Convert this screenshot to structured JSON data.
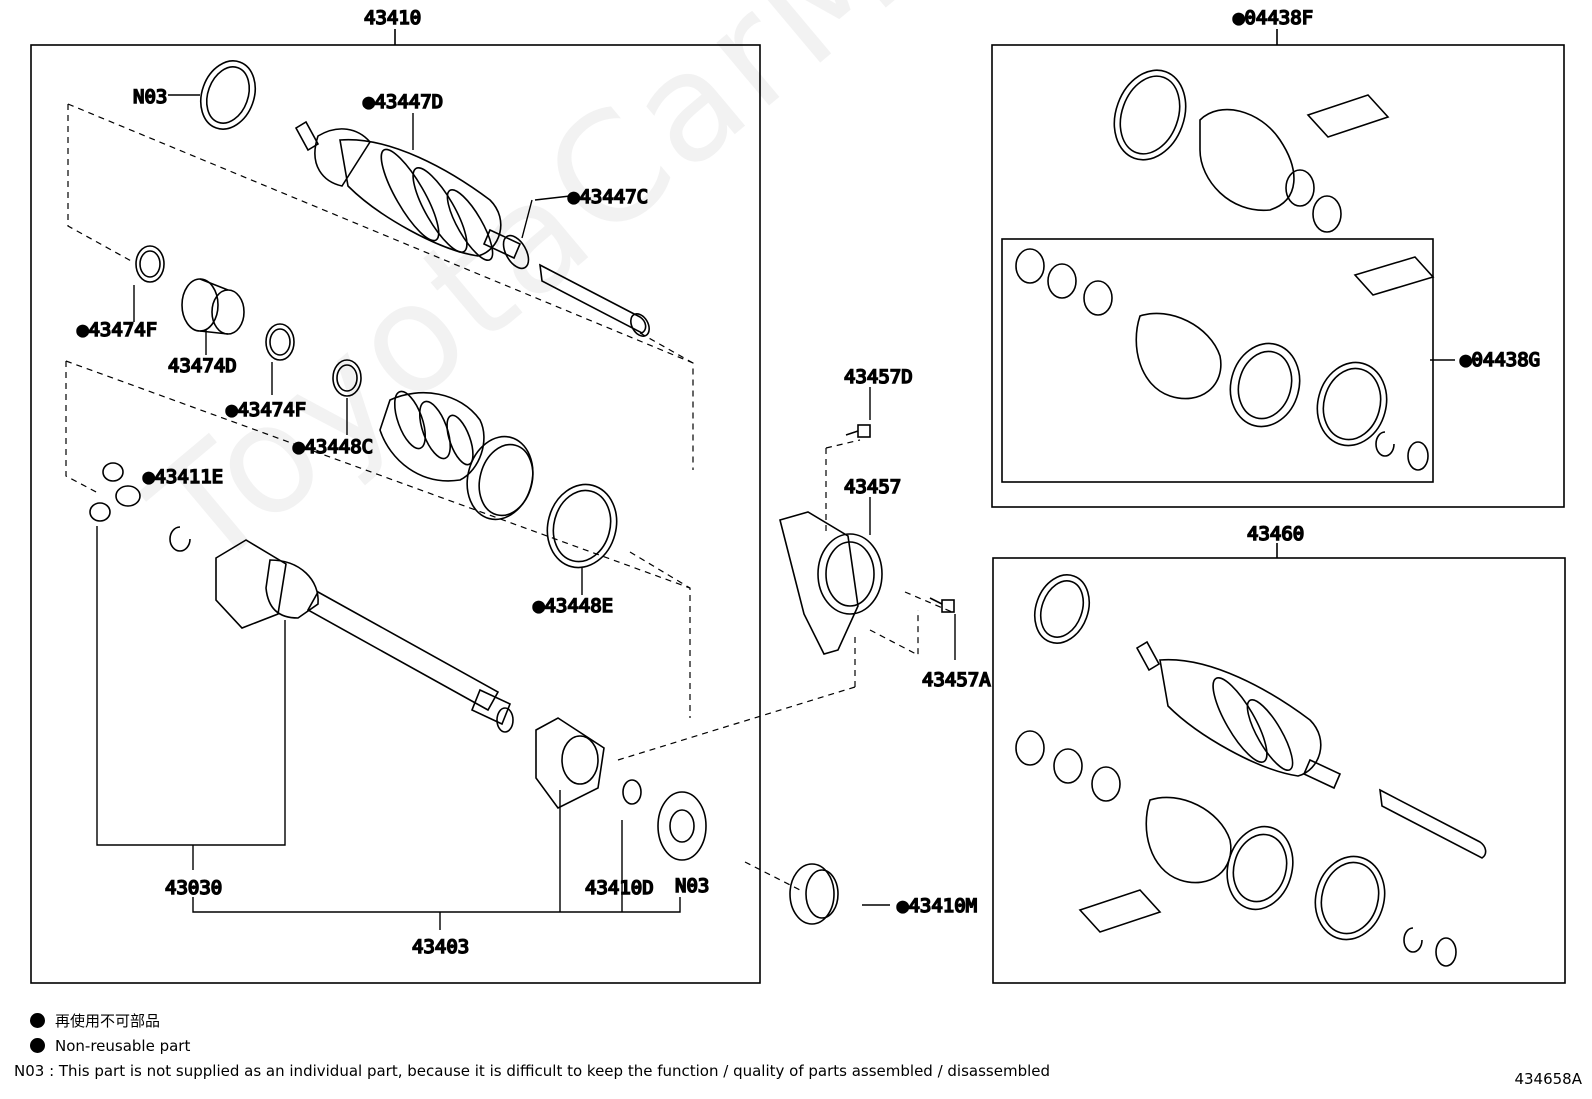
{
  "diagram_id": "434658A",
  "watermark": "ToyotaCarMine.ru",
  "assemblies": {
    "left": "43410",
    "top_right": "●04438F",
    "bottom_right": "43460"
  },
  "labels": {
    "n03_top": "N03",
    "p43447d": "●43447D",
    "p43447c": "●43447C",
    "p43474f_a": "●43474F",
    "p43474d": "43474D",
    "p43474f_b": "●43474F",
    "p43448c": "●43448C",
    "p43411e": "●43411E",
    "p43448e": "●43448E",
    "p43030": "43030",
    "p43410d": "43410D",
    "n03_bottom": "N03",
    "p43403": "43403",
    "p43457d": "43457D",
    "p43457": "43457",
    "p43457a": "43457A",
    "p43410m": "●43410M",
    "p04438g": "●04438G"
  },
  "legend": {
    "line1": "再使用不可部品",
    "line2": "Non-reusable part",
    "note": "N03 : This part is not supplied as an individual part, because it is difficult to keep the function / quality of parts  assembled / disassembled"
  }
}
